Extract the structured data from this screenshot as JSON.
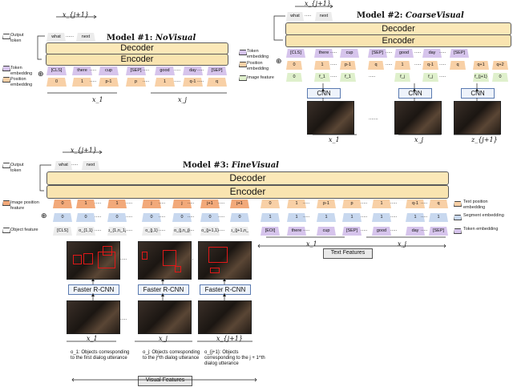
{
  "model1": {
    "title_prefix": "Model #1: ",
    "title_name": "NoVisual",
    "output_label": "Output token",
    "token_label": "Token embedding",
    "position_label": "Position embedding",
    "decoder": "Decoder",
    "encoder": "Encoder",
    "output_tokens": [
      "what",
      "next"
    ],
    "output_x": "x_{j+1}",
    "tokens": [
      "[CLS]",
      "there",
      "cup",
      "[SEP]",
      "good",
      "day",
      "[SEP]"
    ],
    "positions": [
      "0",
      "1",
      "p-1",
      "p",
      "1",
      "q-1",
      "q"
    ],
    "x1": "x_1",
    "xj": "x_j"
  },
  "model2": {
    "title_prefix": "Model #2: ",
    "title_name": "CoarseVisual",
    "token_label": "Token embedding",
    "position_label": "Position embedding",
    "image_label": "Image feature",
    "decoder": "Decoder",
    "encoder": "Encoder",
    "output_tokens": [
      "what",
      "next"
    ],
    "output_x": "x_{j+1}",
    "tokens": [
      "[CLS]",
      "there",
      "cup",
      "[SEP]",
      "good",
      "day",
      "[SEP]"
    ],
    "positions": [
      "0",
      "1",
      "p-1",
      "q",
      "1",
      "q-1",
      "q",
      "q+1",
      "q+2"
    ],
    "features": [
      "0",
      "f_1",
      "f_1",
      "f_j",
      "f_j",
      "f_{j+1}",
      "0"
    ],
    "cnn": "CNN",
    "x1": "x_1",
    "xj": "x_j",
    "zj1": "z_{j+1}"
  },
  "model3": {
    "title_prefix": "Model #3: ",
    "title_name": "FineVisual",
    "output_label": "Output token",
    "image_pos_label": "Image position feature",
    "object_label": "Object feature",
    "text_pos_label": "Text position embedding",
    "segment_label": "Segment embedding",
    "token_label": "Token embedding",
    "decoder": "Decoder",
    "encoder": "Encoder",
    "output_tokens": [
      "what",
      "next"
    ],
    "output_x": "x_{j+1}",
    "img_positions": [
      "0",
      "1",
      "1",
      "j",
      "j",
      "j+1",
      "j+1"
    ],
    "segments_left": [
      "0",
      "0",
      "0",
      "0",
      "0",
      "0",
      "0"
    ],
    "objects": [
      "[CLS]",
      "o_{1,1}",
      "o_{1,n_1}",
      "o_{j,1}",
      "o_{j,n_j}",
      "o_{j+1,1}",
      "o_{j+1,n_{j+1}}"
    ],
    "text_positions": [
      "0",
      "1",
      "p-1",
      "p",
      "1",
      "q-1",
      "q"
    ],
    "segments_right": [
      "1",
      "1",
      "1",
      "1",
      "1",
      "1",
      "1"
    ],
    "tokens": [
      "[EOI]",
      "there",
      "cup",
      "[SEP]",
      "good",
      "day",
      "[SEP]"
    ],
    "text_features": "Text Features",
    "visual_features": "Visual Features",
    "faster_rcnn": "Faster R-CNN",
    "x1": "x_1",
    "xj": "x_j",
    "xj1": "x_{j+1}",
    "captions": [
      "o_1: Objects corresponding to the first dialog utterance",
      "o_j: Objects corresponding to the j^th dialog utterance",
      "o_{j+1}: Objects corresponding to the j + 1^th dialog utterance"
    ]
  },
  "colors": {
    "decoder": "#fbe8b8",
    "token_purple": "#d6c4ec",
    "position_orange": "#f8d0a6",
    "segment_blue": "#c8d8ef",
    "image_green": "#dff0cc",
    "box_red": "#e01818"
  }
}
